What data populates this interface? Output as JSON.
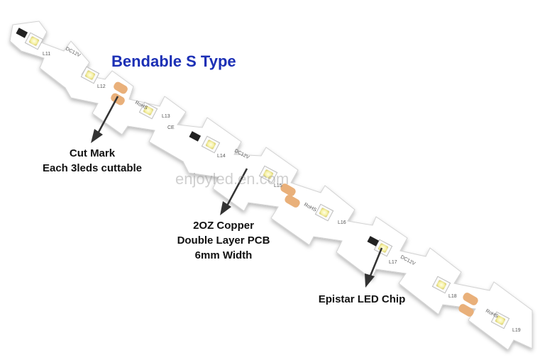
{
  "image": {
    "title": "Bendable S Type",
    "watermark": "enjoyled.en.com",
    "callouts": {
      "cut_mark": [
        "Cut Mark",
        "Each 3leds cuttable"
      ],
      "pcb": [
        "2OZ Copper",
        "Double Layer PCB",
        "6mm Width"
      ],
      "chip": [
        "Epistar LED Chip"
      ]
    },
    "pcb_print": {
      "voltage": "DC12V",
      "rohs": "RoHS",
      "ce": "CE",
      "refs": [
        "L11",
        "L12",
        "L13",
        "L14",
        "L15",
        "L16",
        "L17",
        "L18",
        "L19"
      ]
    }
  },
  "colors": {
    "title": "#1b2fb5",
    "pcb": "#ffffff",
    "pad": "#e9b07a",
    "led": "#f6f1a6"
  }
}
